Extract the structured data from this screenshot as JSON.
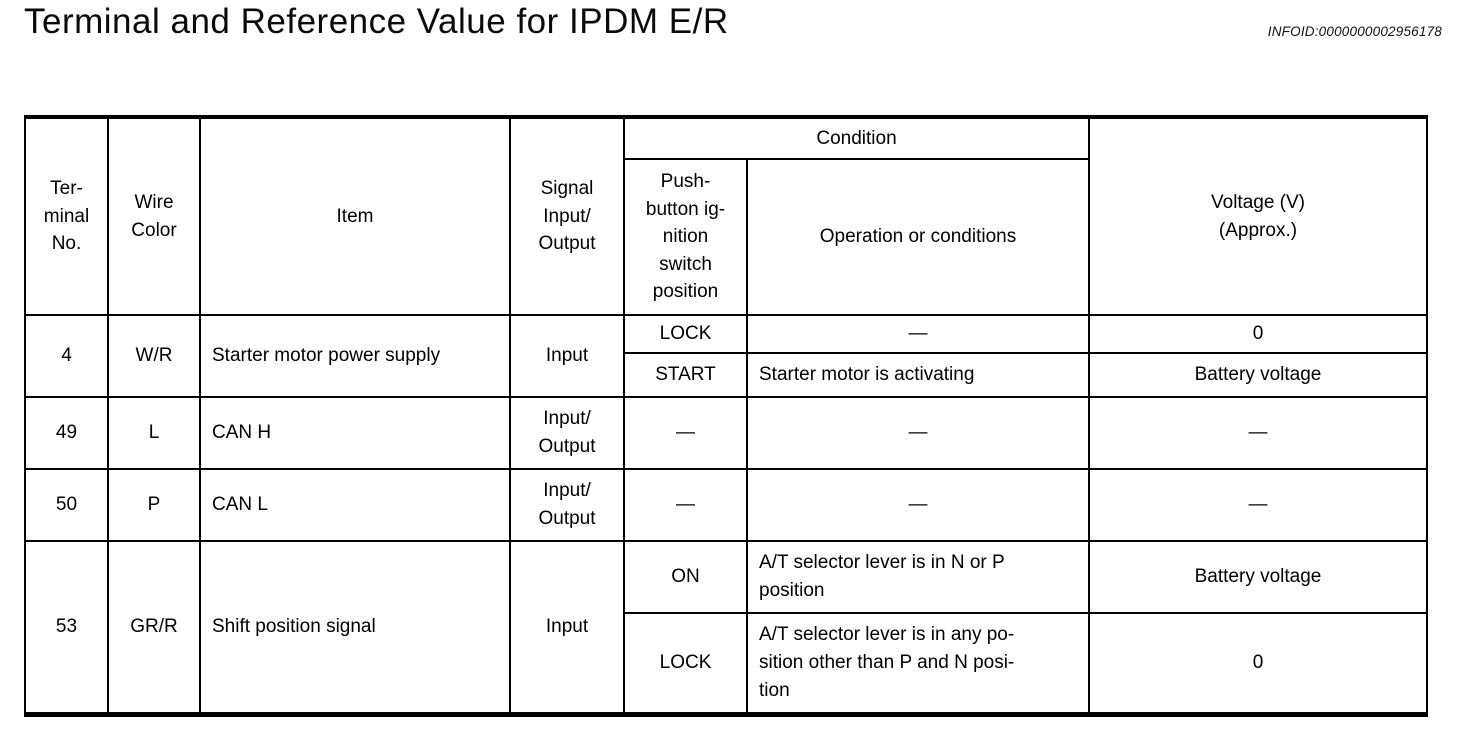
{
  "page": {
    "title": "Terminal and Reference Value for IPDM E/R",
    "infoid": "INFOID:0000000002956178"
  },
  "table": {
    "headers": {
      "terminal": "Ter-\nminal\nNo.",
      "wire": "Wire\nColor",
      "item": "Item",
      "signal": "Signal\nInput/\nOutput",
      "condition": "Condition",
      "push": "Push-\nbutton ig-\nnition\nswitch\nposition",
      "operation": "Operation or conditions",
      "voltage": "Voltage (V)\n(Approx.)"
    },
    "rows": [
      {
        "terminal": "4",
        "wire": "W/R",
        "item": "Starter motor power supply",
        "signal": "Input",
        "conditions": [
          {
            "position": "LOCK",
            "operation": "—",
            "voltage": "0"
          },
          {
            "position": "START",
            "operation": "Starter motor is activating",
            "voltage": "Battery voltage"
          }
        ]
      },
      {
        "terminal": "49",
        "wire": "L",
        "item": "CAN H",
        "signal": "Input/\nOutput",
        "conditions": [
          {
            "position": "—",
            "operation": "—",
            "voltage": "—"
          }
        ]
      },
      {
        "terminal": "50",
        "wire": "P",
        "item": "CAN L",
        "signal": "Input/\nOutput",
        "conditions": [
          {
            "position": "—",
            "operation": "—",
            "voltage": "—"
          }
        ]
      },
      {
        "terminal": "53",
        "wire": "GR/R",
        "item": "Shift position signal",
        "signal": "Input",
        "conditions": [
          {
            "position": "ON",
            "operation": "A/T selector lever is in N or P\nposition",
            "voltage": "Battery voltage"
          },
          {
            "position": "LOCK",
            "operation": "A/T selector lever is in any po-\nsition other than P and N posi-\ntion",
            "voltage": "0"
          }
        ]
      }
    ]
  }
}
